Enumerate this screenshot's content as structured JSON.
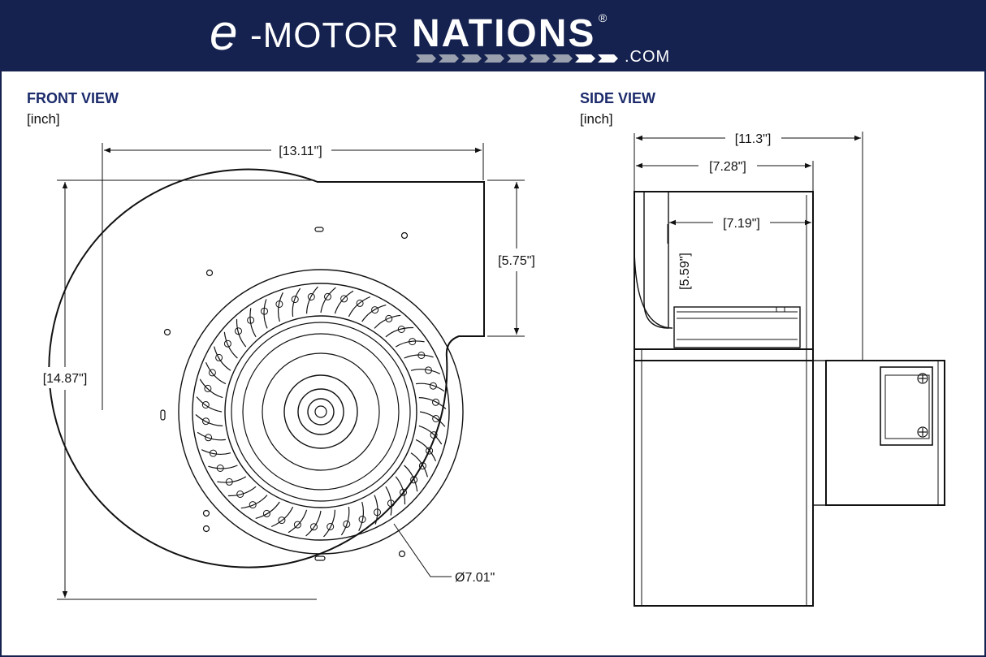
{
  "header": {
    "logo_e": "e",
    "logo_motor": "-MOTOR",
    "logo_nations": "NATIONS",
    "logo_registered": "®",
    "logo_domain": ".COM",
    "background_color": "#15224f"
  },
  "front_view": {
    "title": "FRONT VIEW",
    "unit": "[inch]",
    "dim_width": "[13.11\"]",
    "dim_height": "[14.87\"]",
    "dim_outlet": "[5.75\"]",
    "dim_wheel": "Ø7.01\""
  },
  "side_view": {
    "title": "SIDE VIEW",
    "unit": "[inch]",
    "dim_overall": "[11.3\"]",
    "dim_housing": "[7.28\"]",
    "dim_inlet": "[7.19\"]",
    "dim_outlet_height": "[5.59\"]"
  },
  "colors": {
    "accent": "#1b2a6b",
    "line": "#111111"
  }
}
